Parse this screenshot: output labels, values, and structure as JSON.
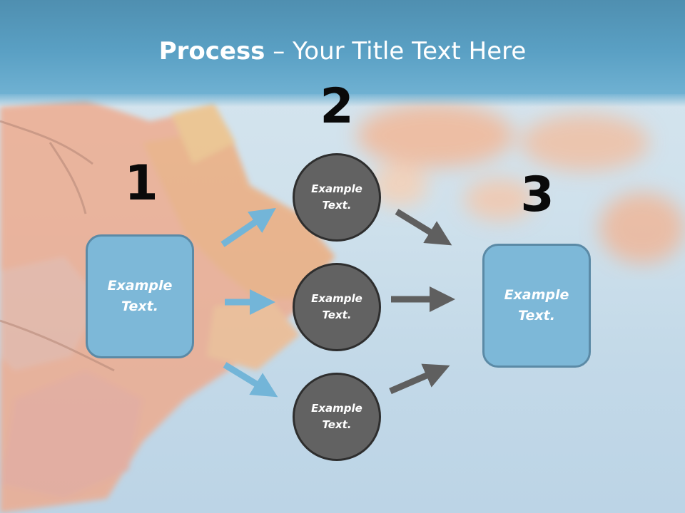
{
  "title": {
    "bold": "Process",
    "rest": " – Your Title Text Here"
  },
  "steps": {
    "one": {
      "number": "1",
      "text": "Example Text."
    },
    "two": {
      "number": "2",
      "circles": [
        "Example Text.",
        "Example Text.",
        "Example Text."
      ]
    },
    "three": {
      "number": "3",
      "text": "Example Text."
    }
  },
  "colors": {
    "header": "#5aa0c4",
    "box_fill": "#7db8d8",
    "box_border": "#5b8aa6",
    "circle_fill": "#626262",
    "blue_arrow": "#73b5d8",
    "gray_arrow": "#5f5f5f"
  }
}
